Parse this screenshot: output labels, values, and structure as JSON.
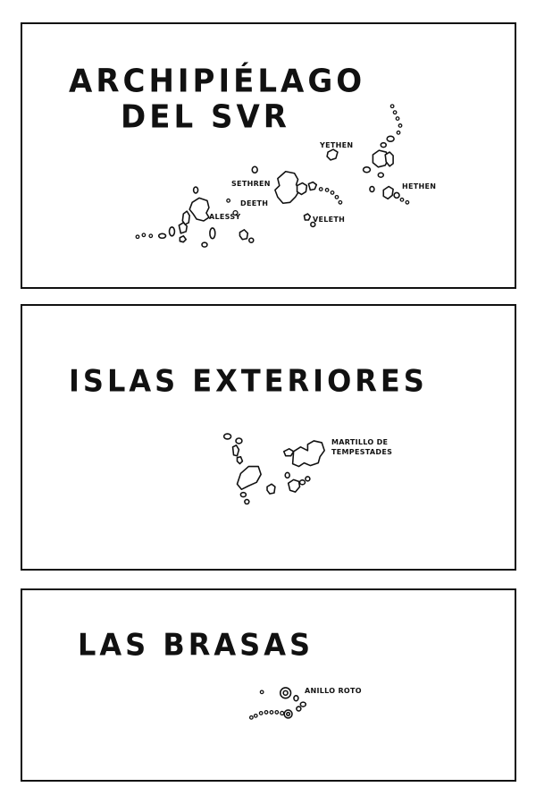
{
  "panels": [
    {
      "title_line1": "ARCHIPIÉLAGO",
      "title_line2": "DEL SVR",
      "labels": {
        "yethen": "YETHEN",
        "sethren": "SETHREN",
        "deeth": "DEETH",
        "alessy": "ALESSY",
        "hethen": "HETHEN",
        "veleth": "VELETH"
      }
    },
    {
      "title": "ISLAS EXTERIORES",
      "labels": {
        "martillo_1": "MARTILLO DE",
        "martillo_2": "TEMPESTADES"
      }
    },
    {
      "title": "LAS BRASAS",
      "labels": {
        "anillo": "ANILLO ROTO"
      }
    }
  ]
}
